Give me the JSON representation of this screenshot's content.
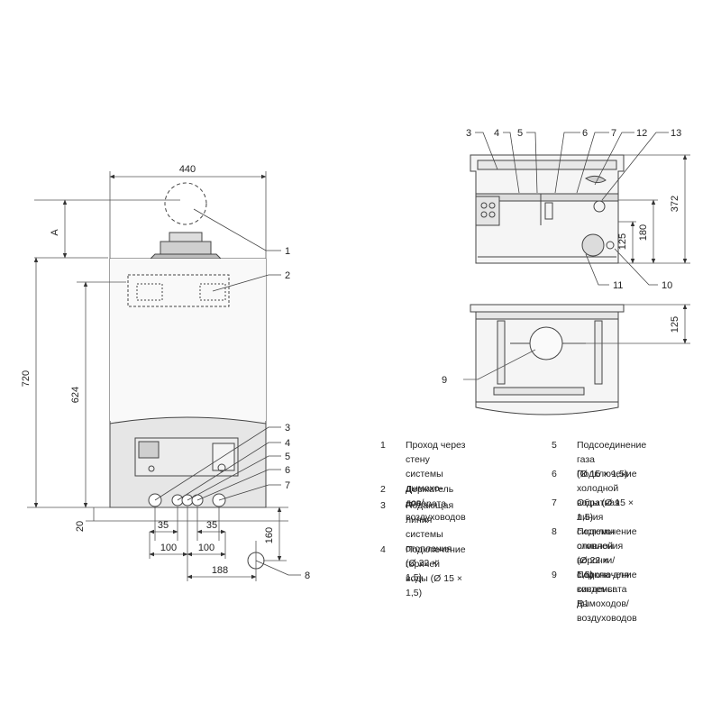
{
  "front_view": {
    "dimensions": {
      "width_top": "440",
      "height_a": "A",
      "height_total": "720",
      "height_connections": "624",
      "bottom_offset": "20",
      "pipe_spacing_left": "35",
      "pipe_spacing_right": "35",
      "offset_left": "100",
      "offset_right": "100",
      "drain_horizontal": "188",
      "drain_vertical": "160"
    },
    "callouts": [
      "1",
      "2",
      "3",
      "4",
      "5",
      "6",
      "7",
      "8"
    ]
  },
  "top_view": {
    "dimensions": {
      "depth_total": "372",
      "height_180": "180",
      "height_125": "125"
    },
    "callouts": [
      "3",
      "4",
      "5",
      "6",
      "7",
      "12",
      "13",
      "11",
      "10"
    ]
  },
  "bottom_view": {
    "dimensions": {
      "flue_offset": "125"
    },
    "callouts": [
      "9"
    ]
  },
  "legend": {
    "left": [
      {
        "num": "1",
        "text": "Проход через стену\nсистемы дымохо-\nдов/воздуховодов"
      },
      {
        "num": "2",
        "text": "Держатель аппарата"
      },
      {
        "num": "3",
        "text": "Подающая линия\nсистемы отопления\n(Ø 22 × 1,5)"
      },
      {
        "num": "4",
        "text": "Подключение горячей\nводы (Ø 15 × 1,5)"
      }
    ],
    "right": [
      {
        "num": "5",
        "text": "Подсоединение газа\n(Ø 15 × 1,5)"
      },
      {
        "num": "6",
        "text": "Подключение холодной\nводы (Ø 15 × 1,5)"
      },
      {
        "num": "7",
        "text": "Обратная линия системы\nотопления (Ø 22 × 1,5)"
      },
      {
        "num": "8",
        "text": "Подключение сливной\nворонки/сифона для\nконденсата R1"
      },
      {
        "num": "9",
        "text": "Подключение системы\nдымоходов/воздуховодов"
      }
    ]
  }
}
